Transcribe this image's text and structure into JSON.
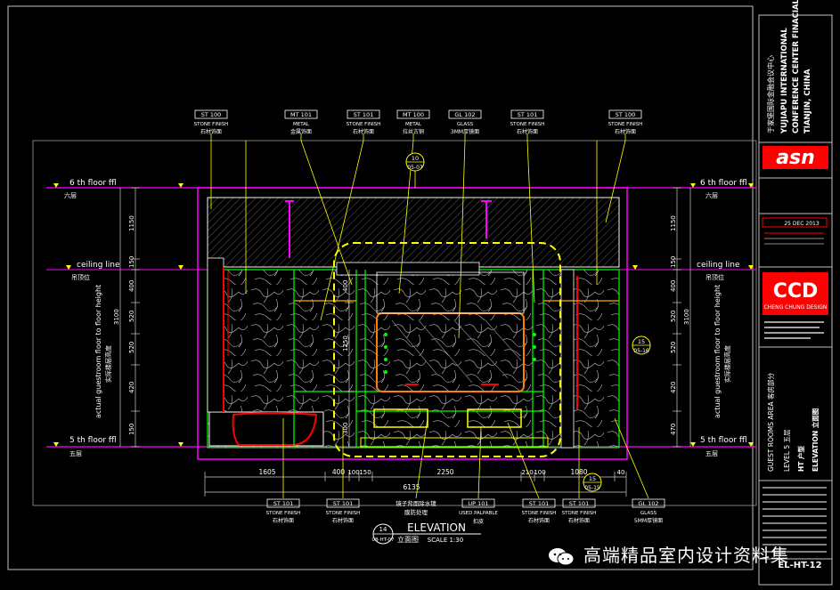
{
  "tags_top": [
    {
      "code": "ST 100",
      "en": "STONE FINISH",
      "cn": "石材饰面"
    },
    {
      "code": "MT 101",
      "en": "METAL",
      "cn": "金属饰面"
    },
    {
      "code": "ST 101",
      "en": "STONE FINISH",
      "cn": "石材饰面"
    },
    {
      "code": "MT 100",
      "en": "METAL",
      "cn": "拉丝古铜"
    },
    {
      "code": "GL 102",
      "en": "GLASS",
      "cn": "3MM厚镜面"
    },
    {
      "code": "ST 101",
      "en": "STONE FINISH",
      "cn": "石材饰面"
    },
    {
      "code": "ST 100",
      "en": "STONE FINISH",
      "cn": "石材饰面"
    }
  ],
  "tags_bottom": [
    {
      "code": "ST 101",
      "en": "STONE FINISH",
      "cn": "石材饰面"
    },
    {
      "code": "ST 101",
      "en": "STONE FINISH",
      "cn": "石材饰面"
    },
    {
      "code": "",
      "en": "镜子背面除水镀",
      "cn": "膜防处理"
    },
    {
      "code": "UP 101",
      "en": "USED PALPABLE",
      "cn": "扣皮"
    },
    {
      "code": "ST 101",
      "en": "STONE FINISH",
      "cn": "石材饰面"
    },
    {
      "code": "ST 101",
      "en": "STONE FINISH",
      "cn": "石材饰面"
    },
    {
      "code": "GL 102",
      "en": "GLASS",
      "cn": "5MM厚镜面"
    }
  ],
  "levels": {
    "fl6": "6 th floor ffl",
    "fl6_cn": "六层",
    "fl5": "5 th floor ffl",
    "fl5_cn": "五层",
    "ceiling": "ceiling line",
    "ceiling_cn": "吊顶位"
  },
  "height_label_en": "actual guestroom floor to floor height",
  "height_label_cn": "实际楼层高度",
  "left_dims": [
    "1150",
    "150",
    "400",
    "520",
    "520",
    "420",
    "150"
  ],
  "left_total": "3100",
  "right_dims": [
    "1150",
    "150",
    "400",
    "520",
    "520",
    "420",
    "470"
  ],
  "right_total": "3100",
  "inner_dims": [
    "400",
    "1250",
    "300"
  ],
  "bottom_dims": [
    "1605",
    "400",
    "100",
    "150",
    "2250",
    "210",
    "100",
    "1080",
    "40"
  ],
  "bottom_total": "6135",
  "callouts": [
    {
      "num": "10",
      "ref": "05-07"
    },
    {
      "num": "15",
      "ref": "05-16"
    },
    {
      "num": "15",
      "ref": "05-15"
    }
  ],
  "title_ref": {
    "num": "14",
    "ref": "08-HT-07"
  },
  "title": "ELEVATION",
  "title_cn": "立面图",
  "scale": "SCALE  1:30",
  "titleblock": {
    "project_cn": "于家堡国际金融会议中心",
    "project_en1": "YUJIAPU INTERNATIONAL",
    "project_en2": "CONFERENCE CENTER FINACIAL",
    "project_en3": "TIANJIN, CHINA",
    "logo1": "asn",
    "date": "25 DEC 2013",
    "logo2": "CCD",
    "logo2_sub": "CHENG CHUNG DESIGN",
    "area_en": "GUEST ROOMS AREA",
    "area_cn": "客房部分",
    "level": "LEVEL 5",
    "level_cn": "五层",
    "ht": "HT",
    "ht_cn": "户型",
    "elev": "ELEVATION",
    "elev_cn": "立面图",
    "sheet": "EL-HT-12"
  },
  "watermark": "高端精品室内设计资料集",
  "colors": {
    "green": "#00ff00",
    "yellow": "#ffff00",
    "magenta": "#ff00ff",
    "red": "#ff0000",
    "orange": "#ff7f00",
    "cyan": "#00ffff",
    "blue": "#4040ff",
    "white": "#ffffff",
    "gray": "#9a9a9a"
  }
}
